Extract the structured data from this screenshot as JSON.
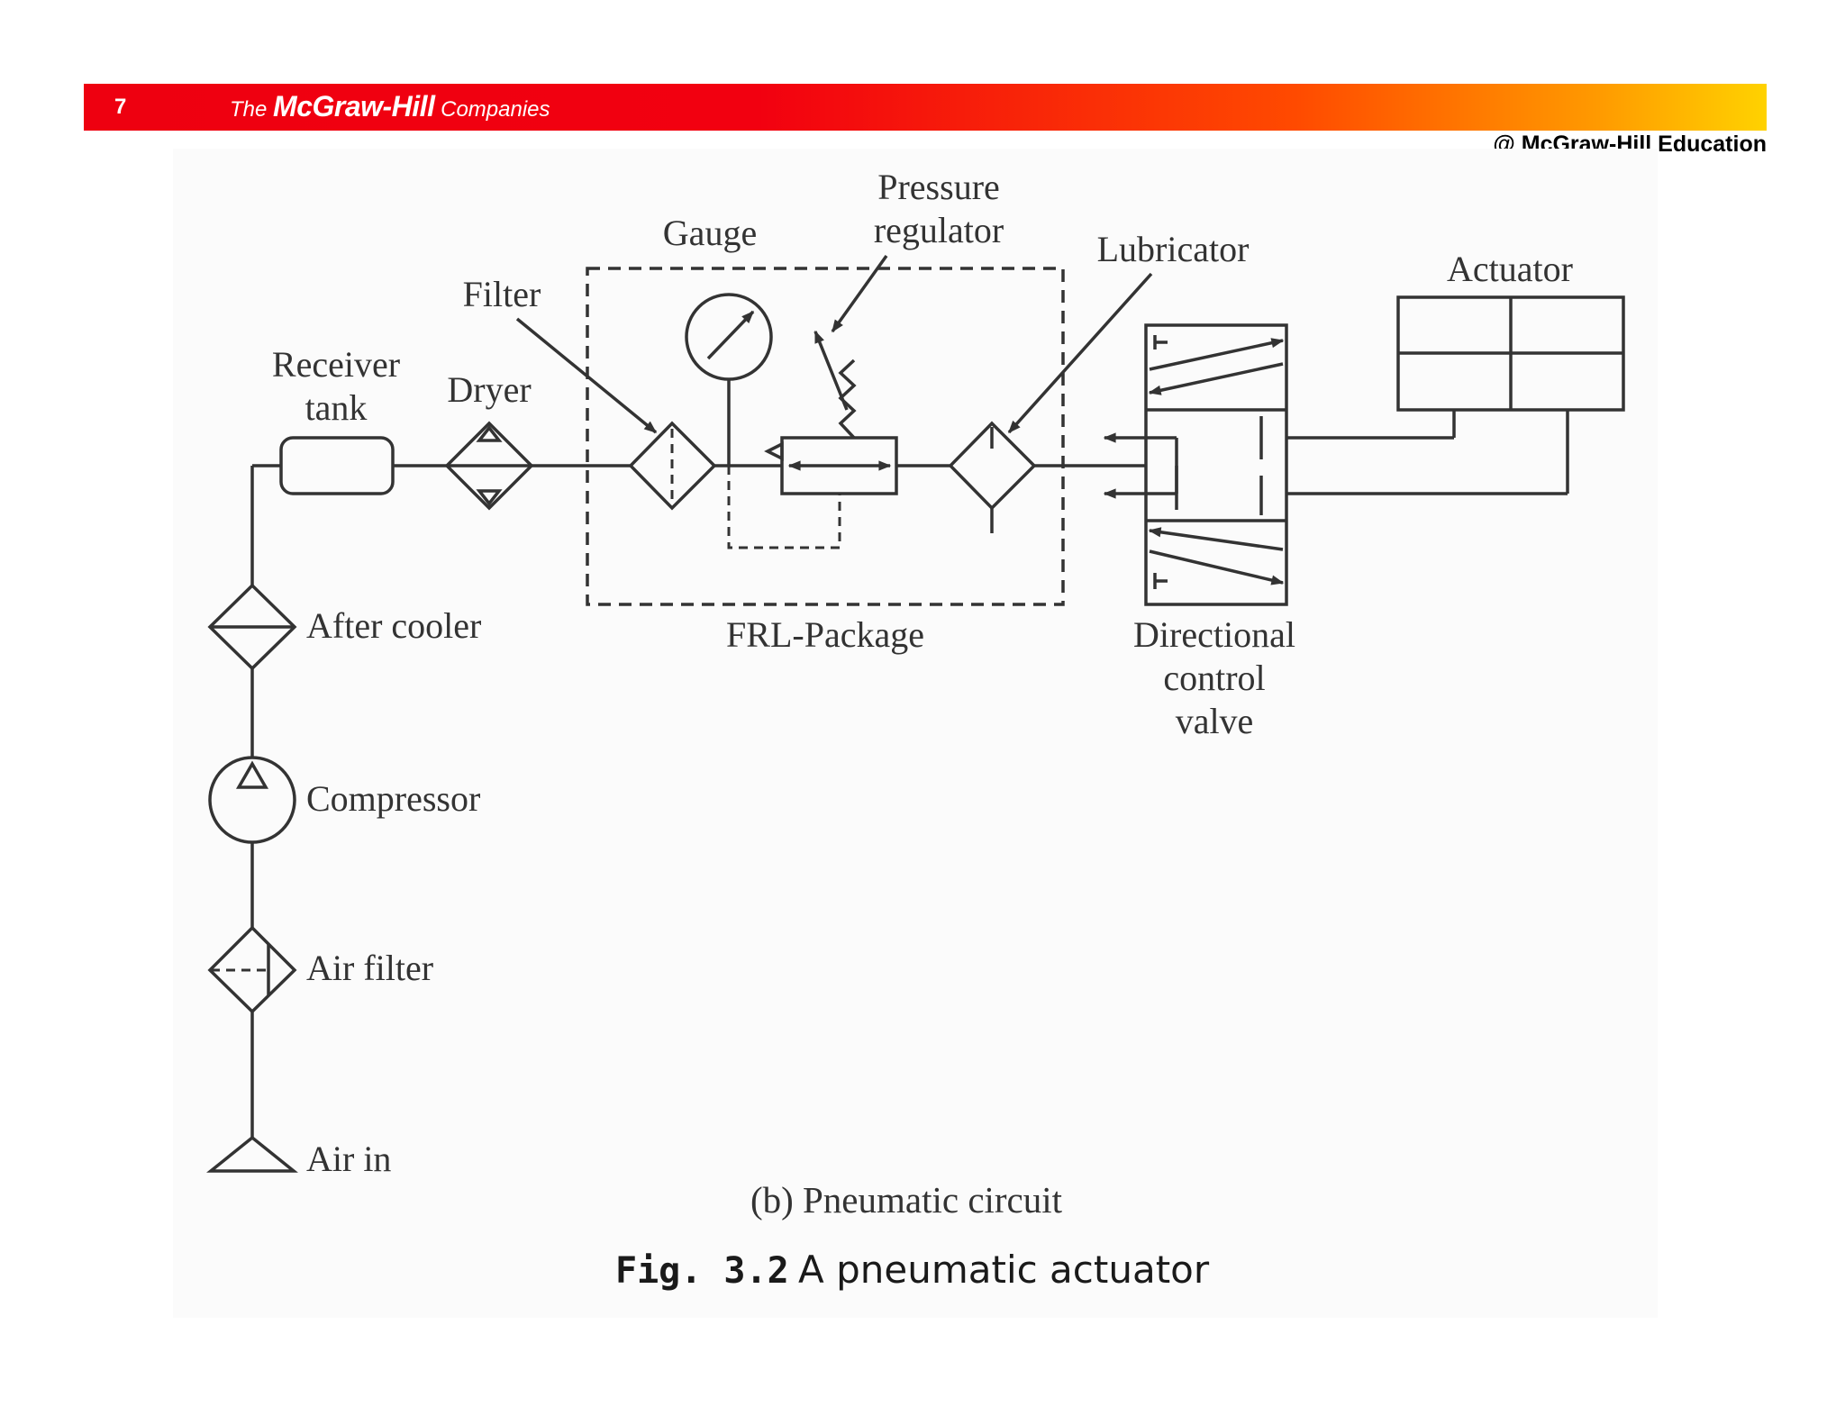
{
  "header": {
    "page_number": "7",
    "brand_the": "The ",
    "brand_name": "McGraw-Hill",
    "brand_companies": " Companies",
    "copyright": "@ McGraw-Hill Education"
  },
  "diagram": {
    "labels": {
      "receiver_tank_line1": "Receiver",
      "receiver_tank_line2": "tank",
      "dryer": "Dryer",
      "filter": "Filter",
      "gauge": "Gauge",
      "pressure_regulator_line1": "Pressure",
      "pressure_regulator_line2": "regulator",
      "lubricator": "Lubricator",
      "actuator": "Actuator",
      "frl_package": "FRL-Package",
      "directional_control_valve_line1": "Directional",
      "directional_control_valve_line2": "control",
      "directional_control_valve_line3": "valve",
      "after_cooler": "After cooler",
      "compressor": "Compressor",
      "air_filter": "Air filter",
      "air_in": "Air in"
    },
    "subcaption": "(b) Pneumatic circuit",
    "figure_number": "Fig. 3.2",
    "figure_title": "A pneumatic actuator"
  }
}
